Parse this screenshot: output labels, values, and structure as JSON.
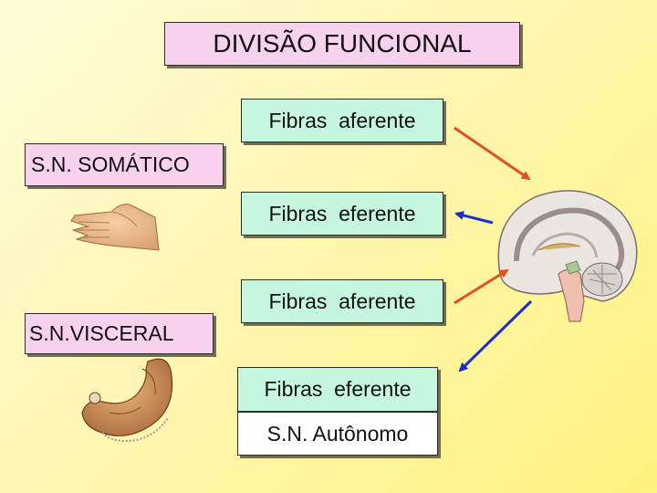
{
  "title": "DIVISÃO FUNCIONAL",
  "somatico": {
    "label": "S.N. SOMÁTICO",
    "afferent": "Fibras  aferente",
    "efferent": "Fibras  eferente"
  },
  "visceral": {
    "label": "S.N.VISCERAL",
    "afferent": "Fibras  aferente",
    "efferent": "Fibras  eferente",
    "autonomo": "S.N. Autônomo"
  },
  "colors": {
    "background": "#fff6b4",
    "pink_box": "#f6d2ee",
    "mint_box": "#c6f6e0",
    "arrow_afferent": "#e05020",
    "arrow_efferent": "#1a2fc8"
  },
  "images": [
    "hand-image",
    "stomach-image",
    "brain-image"
  ]
}
